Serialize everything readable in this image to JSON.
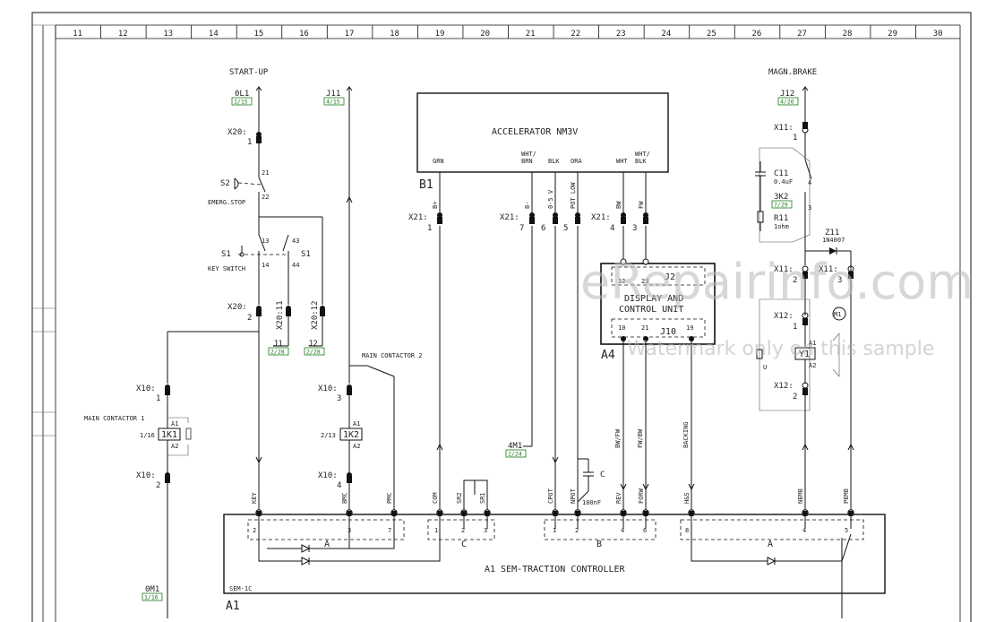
{
  "columns": [
    "11",
    "12",
    "13",
    "14",
    "15",
    "16",
    "17",
    "18",
    "19",
    "20",
    "21",
    "22",
    "23",
    "24",
    "25",
    "26",
    "27",
    "28",
    "29",
    "30"
  ],
  "sections": {
    "startup": "START-UP",
    "brake": "MAGN.BRAKE"
  },
  "refs": {
    "ol1": {
      "name": "0L1",
      "ref": "1/15"
    },
    "j11": {
      "name": "J11",
      "ref": "4/15"
    },
    "j12": {
      "name": "J12",
      "ref": "4/26"
    },
    "j1": {
      "name": "J1",
      "ref": "2/28"
    },
    "j2": {
      "name": "J2",
      "ref": "2/28"
    },
    "m41": {
      "name": "4M1",
      "ref": "2/24"
    },
    "om1": {
      "name": "0M1",
      "ref": "1/16"
    }
  },
  "connectors": {
    "x20_1": {
      "name": "X20:",
      "pin": "1"
    },
    "x20_2": {
      "name": "X20:",
      "pin": "2"
    },
    "x20_11": "X20:11",
    "x20_12": "X20:12",
    "x10_1": {
      "name": "X10:",
      "pin": "1"
    },
    "x10_2": {
      "name": "X10:",
      "pin": "2"
    },
    "x10_3": {
      "name": "X10:",
      "pin": "3"
    },
    "x10_4": {
      "name": "X10:",
      "pin": "4"
    },
    "x21_1": {
      "name": "X21:",
      "pin": "1"
    },
    "x21_7": {
      "name": "X21:",
      "pin": "7"
    },
    "x21_6": "6",
    "x21_5": "5",
    "x21_4": {
      "name": "X21:",
      "pin": "4"
    },
    "x21_3": "3",
    "x11_1": {
      "name": "X11:",
      "pin": "1"
    },
    "x11_2": {
      "name": "X11:",
      "pin": "2"
    },
    "x11_3": {
      "name": "X11:",
      "pin": "3"
    },
    "x12_1": {
      "name": "X12:",
      "pin": "1"
    },
    "x12_2": {
      "name": "X12:",
      "pin": "2"
    }
  },
  "switches": {
    "s2": "S2",
    "s2_pin_a": "21",
    "s2_pin_b": "22",
    "s2_desc": "EMERG.STOP",
    "s1": "S1",
    "s1_b": "S1",
    "s1_pins": [
      "13",
      "14",
      "43",
      "44"
    ],
    "s1_desc": "KEY SWITCH"
  },
  "accelerator": {
    "ref": "B1",
    "title": "ACCELERATOR NM3V",
    "wires": [
      "GRN",
      "WHT/\nBRN",
      "BLK",
      "ORA",
      "WHT",
      "WHT/\nBLK"
    ],
    "sig": [
      "B+",
      "B-",
      "0-5 V",
      "POT LOW",
      "BW",
      "FW"
    ]
  },
  "display": {
    "ref": "A4",
    "title1": "DISPLAY AND",
    "title2": "CONTROL UNIT",
    "j2": "J2",
    "j10": "J10",
    "j2_pins": [
      "12",
      "23"
    ],
    "j10_pins": [
      "10",
      "21",
      "19"
    ]
  },
  "contactors": {
    "k1": "1K1",
    "k1_desc": "MAIN CONTACTOR 1",
    "k1_ref": "1/16",
    "k2": "1K2",
    "k2_desc": "MAIN CONTACTOR 2",
    "k2_ref": "2/13",
    "a1": "A1",
    "a2": "A2"
  },
  "brake": {
    "c11": "C11",
    "c11_val": "0.4uF",
    "k32": "3K2",
    "k32_ref": "7/29",
    "r11": "R11",
    "r11_val": "1ohm",
    "z11": "Z11",
    "z11_val": "1N4007",
    "y1": "Y1",
    "m1": "M1",
    "u": "U",
    "pins": [
      "4",
      "3"
    ]
  },
  "capacitor": {
    "name": "C",
    "value": "100nF"
  },
  "controller": {
    "ref": "A1",
    "title": "A1 SEM-TRACTION CONTROLLER",
    "sub": "SEM-1C",
    "signals": [
      "KEY",
      "BMC",
      "PMC",
      "COM",
      "SR2",
      "SR1",
      "CPOT",
      "NPOT",
      "REV",
      "FORW",
      "H&S",
      "NEMB",
      "PEMB"
    ],
    "side_labels": [
      "BW/FW",
      "FW/BW",
      "BACKING"
    ],
    "groups": [
      "A",
      "C",
      "B",
      "A"
    ],
    "pins_a": [
      "2",
      "3",
      "7"
    ],
    "pins_c": [
      "1",
      "2",
      "3"
    ],
    "pins_b": [
      "1",
      "2",
      "4",
      "6"
    ],
    "pins_a2": [
      "8",
      "4",
      "5"
    ]
  },
  "watermark": {
    "main": "eRepairinfo.com",
    "sub": "Watermark only on this sample"
  }
}
